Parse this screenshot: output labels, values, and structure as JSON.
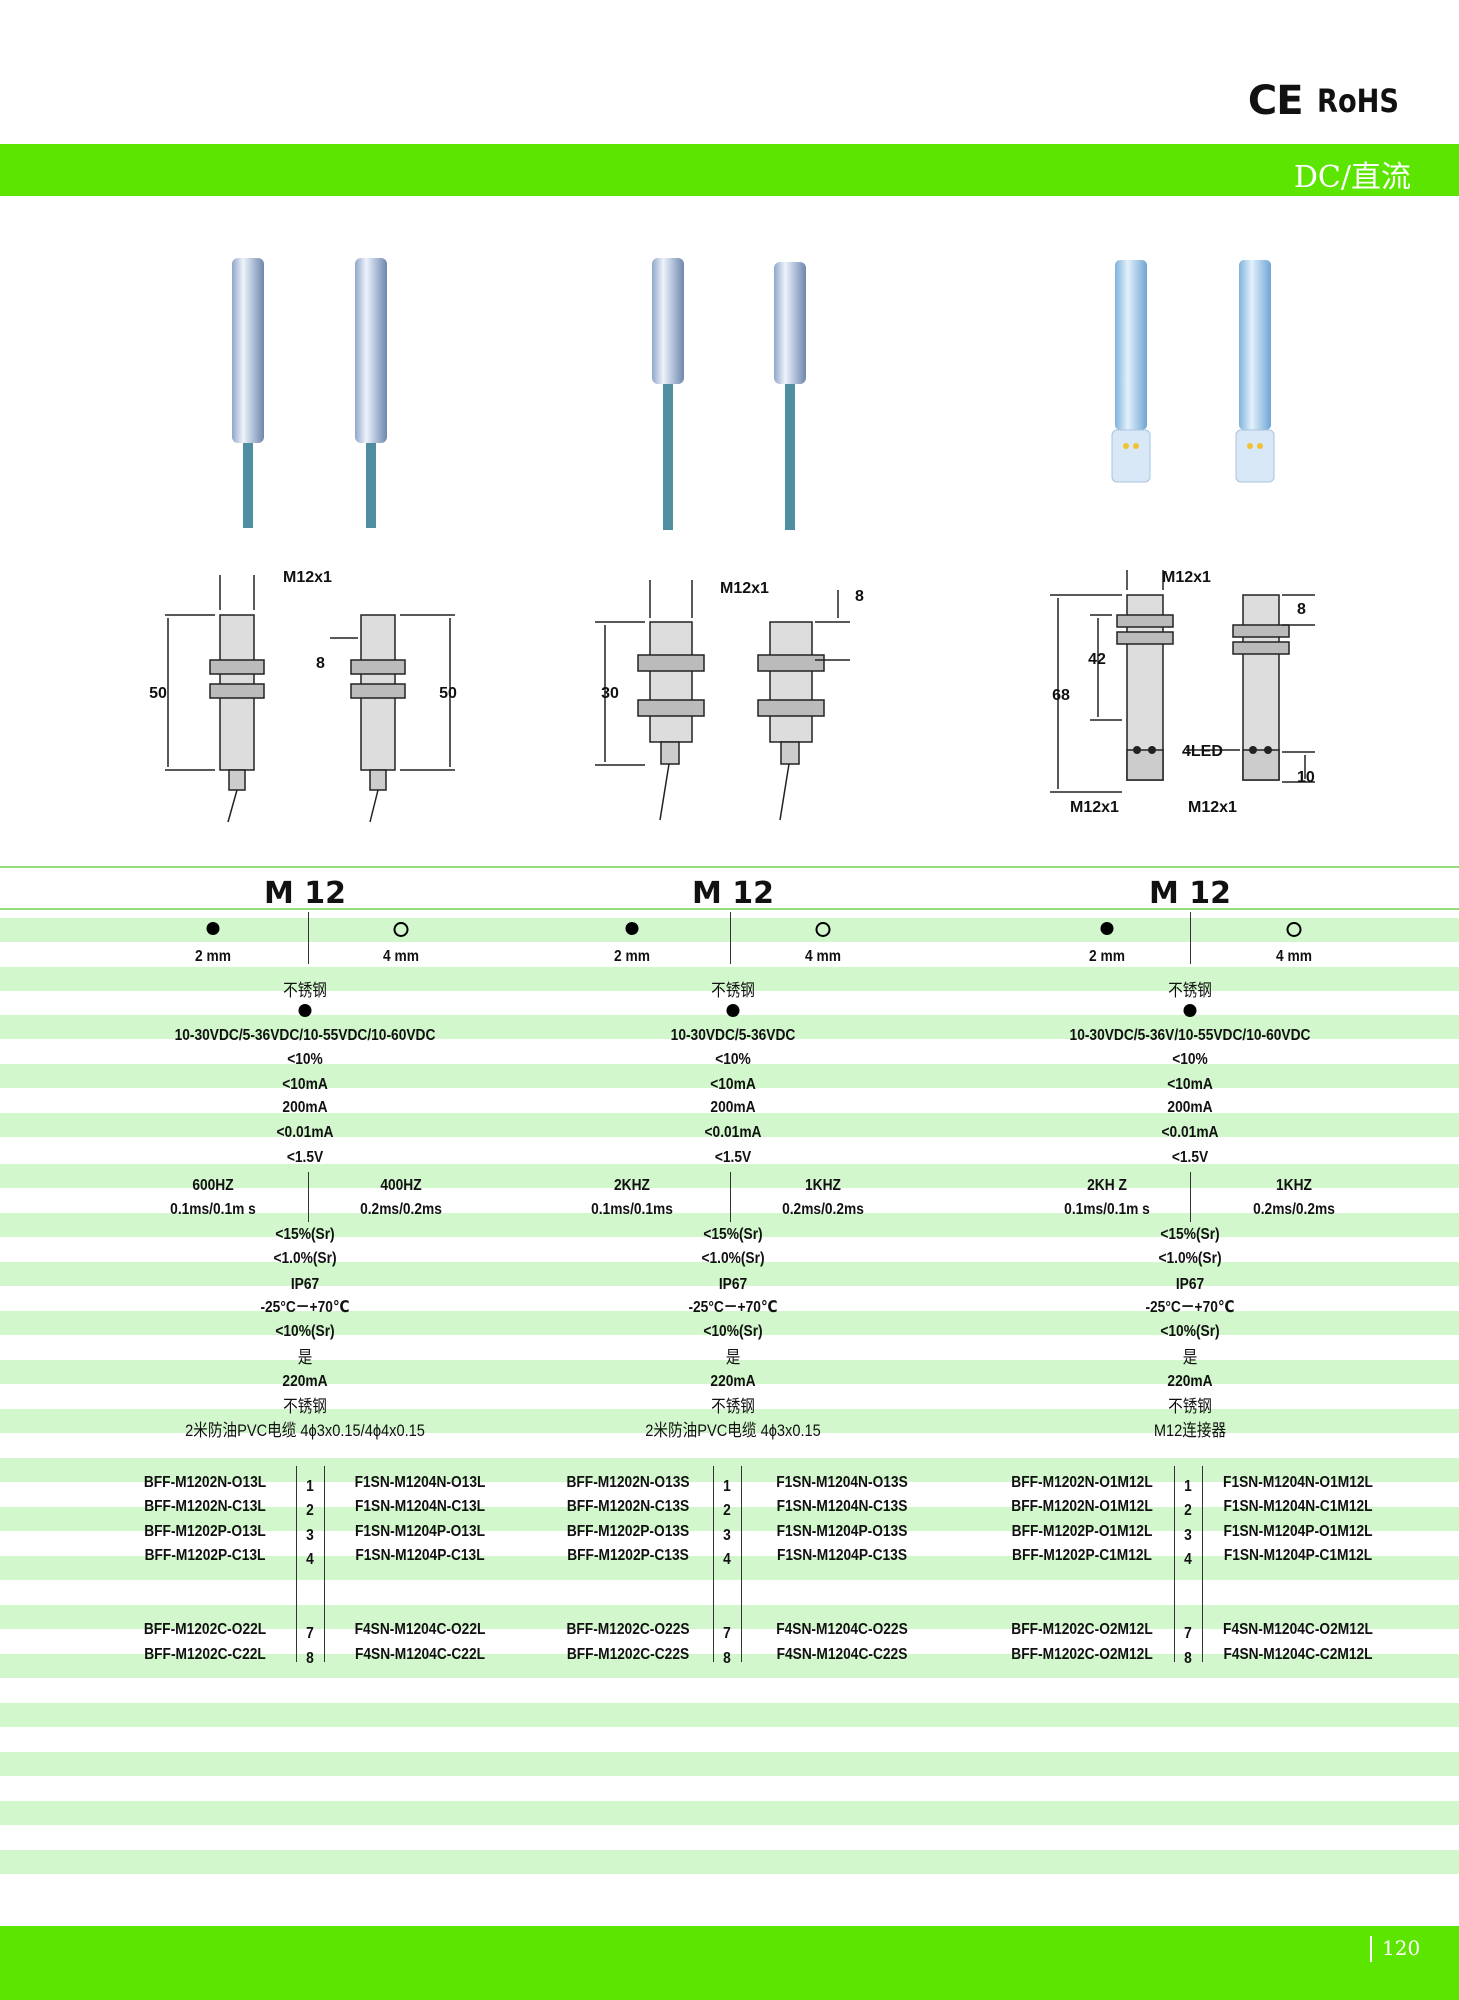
{
  "certs": {
    "ce": "CE",
    "rohs": "RoHS"
  },
  "header": {
    "label": "DC/直流"
  },
  "footer": {
    "page_number": "120"
  },
  "colors": {
    "green": "#5ce500",
    "stripe": "#d2f7cc",
    "line": "#8fe07a"
  },
  "drawings": [
    {
      "thread": "M12x1",
      "length_left": "50",
      "length_right": "50",
      "offset": "8"
    },
    {
      "thread": "M12x1",
      "length": "30",
      "offset": "8"
    },
    {
      "thread_top": "M12x1",
      "length_total": "68",
      "length_body": "42",
      "offset": "8",
      "led": "4LED",
      "conn": "10",
      "thread_left": "M12x1",
      "thread_right": "M12x1"
    }
  ],
  "columns": [
    {
      "title": "M 12",
      "sub_left": "2 mm",
      "sub_right": "4 mm",
      "material": "不锈钢",
      "voltage": "10-30VDC/5-36VDC/10-55VDC/10-60VDC",
      "ripple": "<10%",
      "noload": "<10mA",
      "load": "200mA",
      "leak": "<0.01mA",
      "drop": "<1.5V",
      "freq_left": "600HZ",
      "freq_right": "400HZ",
      "resp_left": "0.1ms/0.1m  s",
      "resp_right": "0.2ms/0.2ms",
      "hyst": "<15%(Sr)",
      "repeat": "<1.0%(Sr)",
      "ip": "IP67",
      "temp": "-25°C－+70℃",
      "drift": "<10%(Sr)",
      "protect": "是",
      "short": "220mA",
      "housing": "不锈钢",
      "cable": "2米防油PVC电缆  4ϕ3x0.15/4ϕ4x0.15",
      "models": [
        {
          "left": "BFF-M1202N-O13L",
          "no": "1",
          "right": "F1SN-M1204N-O13L"
        },
        {
          "left": "BFF-M1202N-C13L",
          "no": "2",
          "right": "F1SN-M1204N-C13L"
        },
        {
          "left": "BFF-M1202P-O13L",
          "no": "3",
          "right": "F1SN-M1204P-O13L"
        },
        {
          "left": "BFF-M1202P-C13L",
          "no": "4",
          "right": "F1SN-M1204P-C13L"
        },
        {
          "left": "BFF-M1202C-O22L",
          "no": "7",
          "right": "F4SN-M1204C-O22L"
        },
        {
          "left": "BFF-M1202C-C22L",
          "no": "8",
          "right": "F4SN-M1204C-C22L"
        }
      ]
    },
    {
      "title": "M 12",
      "sub_left": "2 mm",
      "sub_right": "4 mm",
      "material": "不锈钢",
      "voltage": "10-30VDC/5-36VDC",
      "ripple": "<10%",
      "noload": "<10mA",
      "load": "200mA",
      "leak": "<0.01mA",
      "drop": "<1.5V",
      "freq_left": "2KHZ",
      "freq_right": "1KHZ",
      "resp_left": "0.1ms/0.1ms",
      "resp_right": "0.2ms/0.2ms",
      "hyst": "<15%(Sr)",
      "repeat": "<1.0%(Sr)",
      "ip": "IP67",
      "temp": "-25°C－+70℃",
      "drift": "<10%(Sr)",
      "protect": "是",
      "short": "220mA",
      "housing": "不锈钢",
      "cable": "2米防油PVC电缆  4ϕ3x0.15",
      "models": [
        {
          "left": "BFF-M1202N-O13S",
          "no": "1",
          "right": "F1SN-M1204N-O13S"
        },
        {
          "left": "BFF-M1202N-C13S",
          "no": "2",
          "right": "F1SN-M1204N-C13S"
        },
        {
          "left": "BFF-M1202P-O13S",
          "no": "3",
          "right": "F1SN-M1204P-O13S"
        },
        {
          "left": "BFF-M1202P-C13S",
          "no": "4",
          "right": "F1SN-M1204P-C13S"
        },
        {
          "left": "BFF-M1202C-O22S",
          "no": "7",
          "right": "F4SN-M1204C-O22S"
        },
        {
          "left": "BFF-M1202C-C22S",
          "no": "8",
          "right": "F4SN-M1204C-C22S"
        }
      ]
    },
    {
      "title": "M 12",
      "sub_left": "2 mm",
      "sub_right": "4 mm",
      "material": "不锈钢",
      "voltage": "10-30VDC/5-36V/10-55VDC/10-60VDC",
      "ripple": "<10%",
      "noload": "<10mA",
      "load": "200mA",
      "leak": "<0.01mA",
      "drop": "<1.5V",
      "freq_left": "2KH Z",
      "freq_right": "1KHZ",
      "resp_left": "0.1ms/0.1m  s",
      "resp_right": "0.2ms/0.2ms",
      "hyst": "<15%(Sr)",
      "repeat": "<1.0%(Sr)",
      "ip": "IP67",
      "temp": "-25°C－+70℃",
      "drift": "<10%(Sr)",
      "protect": "是",
      "short": "220mA",
      "housing": "不锈钢",
      "cable": "M12连接器",
      "models": [
        {
          "left": "BFF-M1202N-O1M12L",
          "no": "1",
          "right": "F1SN-M1204N-O1M12L"
        },
        {
          "left": "BFF-M1202N-O1M12L",
          "no": "2",
          "right": "F1SN-M1204N-C1M12L"
        },
        {
          "left": "BFF-M1202P-O1M12L",
          "no": "3",
          "right": "F1SN-M1204P-O1M12L"
        },
        {
          "left": "BFF-M1202P-C1M12L",
          "no": "4",
          "right": "F1SN-M1204P-C1M12L"
        },
        {
          "left": "BFF-M1202C-O2M12L",
          "no": "7",
          "right": "F4SN-M1204C-O2M12L"
        },
        {
          "left": "BFF-M1202C-O2M12L",
          "no": "8",
          "right": "F4SN-M1204C-C2M12L"
        }
      ]
    }
  ]
}
